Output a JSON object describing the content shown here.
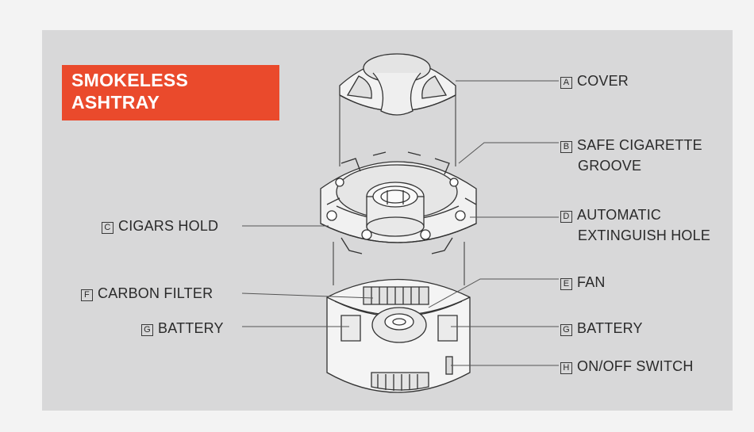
{
  "title": {
    "line1": "SMOKELESS",
    "line2": "ASHTRAY"
  },
  "colors": {
    "accent": "#ea4a2c",
    "panel": "#d8d8d9",
    "ink": "#2a2a2a"
  },
  "labels": {
    "cover": {
      "key": "A",
      "text": "COVER"
    },
    "groove": {
      "key": "B",
      "line1": "SAFE CIGARETTE",
      "line2": "GROOVE"
    },
    "cigars": {
      "key": "C",
      "text": "CIGARS HOLD"
    },
    "extinguish": {
      "key": "D",
      "line1": "AUTOMATIC",
      "line2": "EXTINGUISH HOLE"
    },
    "fan": {
      "key": "E",
      "text": "FAN"
    },
    "filter": {
      "key": "F",
      "text": "CARBON FILTER"
    },
    "battery_left": {
      "key": "G",
      "text": "BATTERY"
    },
    "battery_right": {
      "key": "G",
      "text": "BATTERY"
    },
    "switch": {
      "key": "H",
      "text": "ON/OFF SWITCH"
    }
  }
}
